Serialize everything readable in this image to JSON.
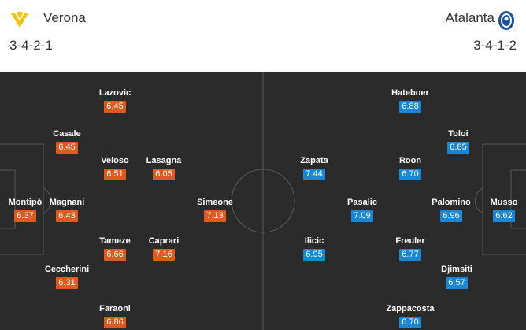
{
  "home": {
    "name": "Verona",
    "formation": "3-4-2-1",
    "rating_color": "#e05a1f",
    "logo_icon": "verona-logo-icon",
    "players": [
      {
        "name": "Montipò",
        "rating": "6.37"
      },
      {
        "name": "Casale",
        "rating": "6.45"
      },
      {
        "name": "Magnani",
        "rating": "6.43"
      },
      {
        "name": "Ceccherini",
        "rating": "6.31"
      },
      {
        "name": "Lazovic",
        "rating": "6.45"
      },
      {
        "name": "Veloso",
        "rating": "6.51"
      },
      {
        "name": "Tameze",
        "rating": "6.66"
      },
      {
        "name": "Faraoni",
        "rating": "6.86"
      },
      {
        "name": "Lasagna",
        "rating": "6.05"
      },
      {
        "name": "Caprari",
        "rating": "7.16"
      },
      {
        "name": "Simeone",
        "rating": "7.13"
      }
    ]
  },
  "away": {
    "name": "Atalanta",
    "formation": "3-4-1-2",
    "rating_color": "#1a86d6",
    "logo_icon": "atalanta-logo-icon",
    "players": [
      {
        "name": "Musso",
        "rating": "6.62"
      },
      {
        "name": "Toloi",
        "rating": "6.85"
      },
      {
        "name": "Palomino",
        "rating": "6.96"
      },
      {
        "name": "Djimsiti",
        "rating": "6.57"
      },
      {
        "name": "Hateboer",
        "rating": "6.88"
      },
      {
        "name": "Roon",
        "rating": "6.70"
      },
      {
        "name": "Freuler",
        "rating": "6.77"
      },
      {
        "name": "Zappacosta",
        "rating": "6.70"
      },
      {
        "name": "Pasalic",
        "rating": "7.09"
      },
      {
        "name": "Zapata",
        "rating": "7.44"
      },
      {
        "name": "Ilicic",
        "rating": "6.95"
      }
    ]
  }
}
